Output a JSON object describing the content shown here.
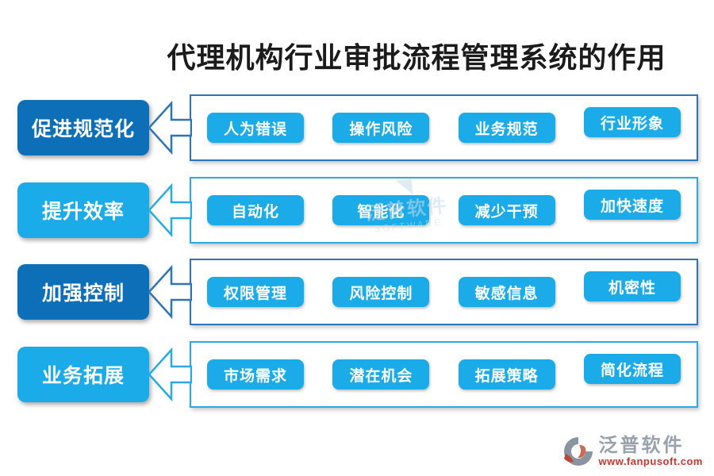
{
  "title": "代理机构行业审批流程管理系统的作用",
  "rows": [
    {
      "label": "促进规范化",
      "theme": "dark",
      "items": [
        "人为错误",
        "操作风险",
        "业务规范",
        "行业形象"
      ]
    },
    {
      "label": "提升效率",
      "theme": "light",
      "items": [
        "自动化",
        "智能化",
        "减少干预",
        "加快速度"
      ]
    },
    {
      "label": "加强控制",
      "theme": "dark",
      "items": [
        "权限管理",
        "风险控制",
        "敏感信息",
        "机密性"
      ]
    },
    {
      "label": "业务拓展",
      "theme": "light",
      "items": [
        "市场需求",
        "潜在机会",
        "拓展策略",
        "简化流程"
      ]
    }
  ],
  "watermark": {
    "mark": "◥",
    "brand": "泛普软件",
    "sub": "SOFTWARE"
  },
  "footer": {
    "brand": "泛普软件",
    "url": "www.fanpusoft.com"
  },
  "colors": {
    "title_color": "#1b1b1b",
    "dark_blue": "#0d6fb8",
    "dark_border": "#2e75b6",
    "cyan": "#1aabe8",
    "cyan_border": "#29abe2",
    "footer_gray": "#99a1ac",
    "footer_red": "#c8372d",
    "logo_gray": "#8a93a0",
    "logo_red": "#cb6a55"
  }
}
